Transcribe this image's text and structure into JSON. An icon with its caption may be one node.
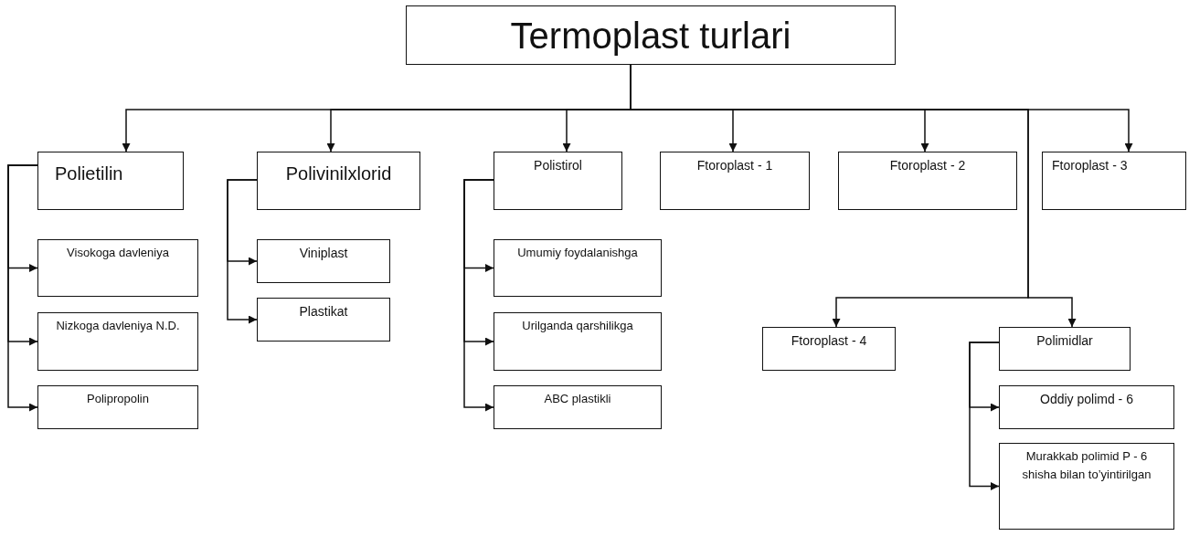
{
  "diagram": {
    "nodes": [
      {
        "text": [
          "Termoplast turlari"
        ]
      },
      {
        "text": [
          "Polietilin"
        ]
      },
      {
        "text": [
          "Polivinilxlorid"
        ]
      },
      {
        "text": [
          "Polistirol"
        ]
      },
      {
        "text": [
          "Ftoroplast - 1"
        ]
      },
      {
        "text": [
          "Ftoroplast - 2"
        ]
      },
      {
        "text": [
          "Ftoroplast - 3"
        ]
      },
      {
        "text": [
          "Visokoga davleniya"
        ]
      },
      {
        "text": [
          "Nizkoga davleniya N.D."
        ]
      },
      {
        "text": [
          "Polipropolin"
        ]
      },
      {
        "text": [
          "Viniplast"
        ]
      },
      {
        "text": [
          "Plastikat"
        ]
      },
      {
        "text": [
          "Umumiy foydalanishga"
        ]
      },
      {
        "text": [
          "Urilganda qarshilikga"
        ]
      },
      {
        "text": [
          "ABC plastikli"
        ]
      },
      {
        "text": [
          "Ftoroplast - 4"
        ]
      },
      {
        "text": [
          "Polimidlar"
        ]
      },
      {
        "text": [
          "Oddiy polimd - 6"
        ]
      },
      {
        "text": [
          "Murakkab polimid P - 6 shisha bilan to’yintirilgan"
        ]
      }
    ],
    "edges": [
      {
        "from": 0,
        "to": 1,
        "arrow": "to"
      },
      {
        "from": 0,
        "to": 2,
        "arrow": "to"
      },
      {
        "from": 0,
        "to": 3,
        "arrow": "to"
      },
      {
        "from": 0,
        "to": 4,
        "arrow": "to"
      },
      {
        "from": 0,
        "to": 5,
        "arrow": "to"
      },
      {
        "from": 0,
        "to": 6,
        "arrow": "to"
      },
      {
        "from": 0,
        "to": 15,
        "arrow": "to"
      },
      {
        "from": 0,
        "to": 16,
        "arrow": "to"
      },
      {
        "from": 1,
        "to": 7,
        "arrow": "to"
      },
      {
        "from": 1,
        "to": 8,
        "arrow": "to"
      },
      {
        "from": 1,
        "to": 9,
        "arrow": "to"
      },
      {
        "from": 2,
        "to": 10,
        "arrow": "to"
      },
      {
        "from": 2,
        "to": 11,
        "arrow": "to"
      },
      {
        "from": 3,
        "to": 12,
        "arrow": "to"
      },
      {
        "from": 3,
        "to": 13,
        "arrow": "to"
      },
      {
        "from": 3,
        "to": 14,
        "arrow": "to"
      },
      {
        "from": 16,
        "to": 17,
        "arrow": "to"
      },
      {
        "from": 16,
        "to": 18,
        "arrow": "to"
      }
    ]
  }
}
